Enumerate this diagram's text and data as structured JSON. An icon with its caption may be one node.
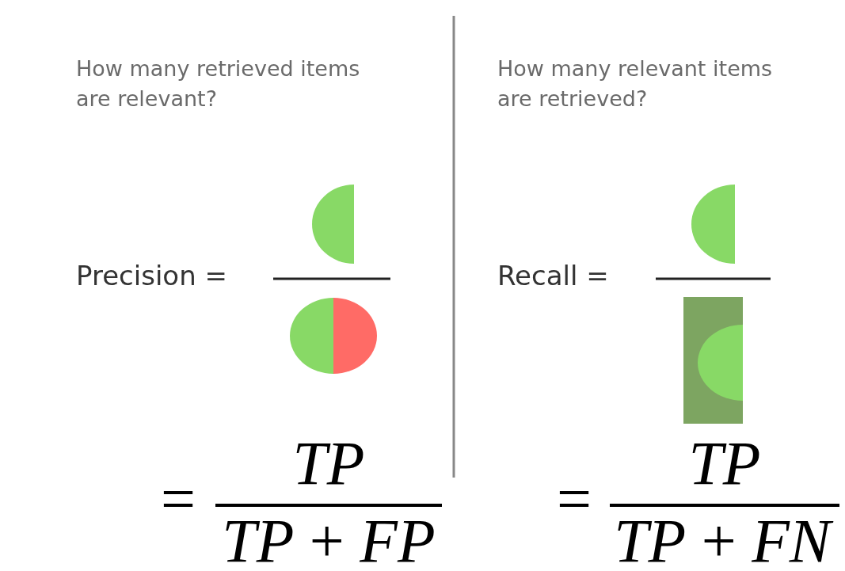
{
  "diagram": {
    "labels": [
      "How many retrieved items are relevant?",
      "How many relevant items are retrieved?",
      "Precision =",
      "Recall =",
      "=",
      "*TP*",
      "*TP* + *FP*",
      "=",
      "*TP*",
      "*TP* + *FN*"
    ]
  }
}
